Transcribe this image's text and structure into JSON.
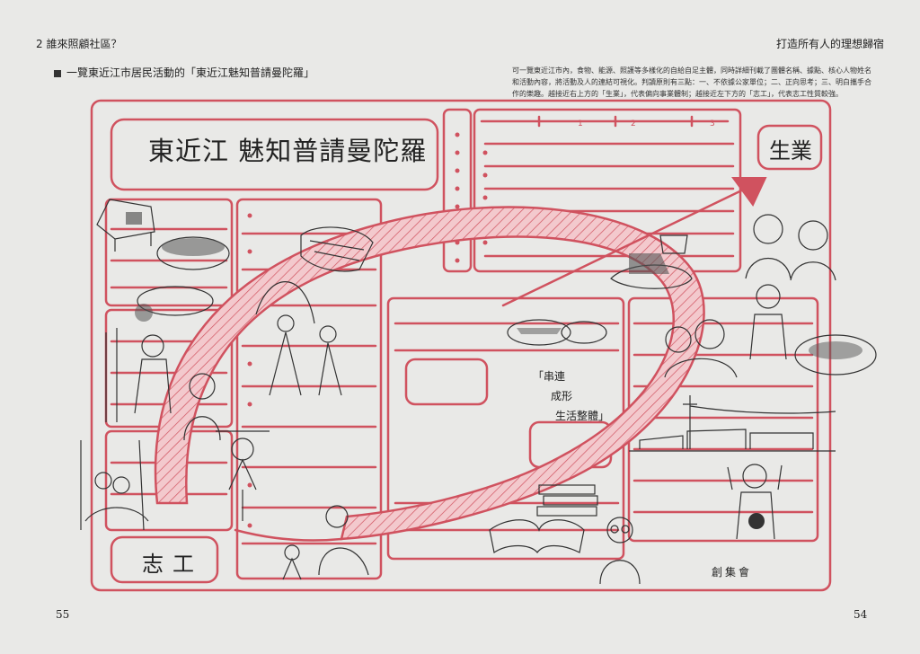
{
  "header": {
    "left": "2 誰來照顧社區？",
    "right": "打造所有人的理想歸宿"
  },
  "page_numbers": {
    "left": "55",
    "right": "54"
  },
  "caption": "一覽東近江市居民活動的「東近江魅知普請曼陀羅」",
  "description": "可一覽東近江市內，食物、能源、照護等多樣化的自給自足主體，同時詳細刊載了團體名稱、據點、核心人物姓名和活動內容，將活動及人的連結可視化。判讀原則有三點：一、不依據公家單位；二、正向思考；三、明白攜手合作的樂趣。越接近右上方的「生業」，代表偏向事業體制；越接近左下方的「志工」，代表志工性質較強。",
  "diagram": {
    "title": "東近江 魅知普請曼陀羅",
    "top_right_label": "生業",
    "bottom_left_label": "志工",
    "center_text_lines": [
      "「串連",
      "成形",
      "生活整體」"
    ],
    "bottom_right_label": "創集會",
    "ruler_numbers": [
      "1",
      "2",
      "3"
    ]
  },
  "colors": {
    "accent_red": "#d0525f",
    "hatch_fill": "#f0b9bf",
    "paper": "#e9e9e7"
  }
}
